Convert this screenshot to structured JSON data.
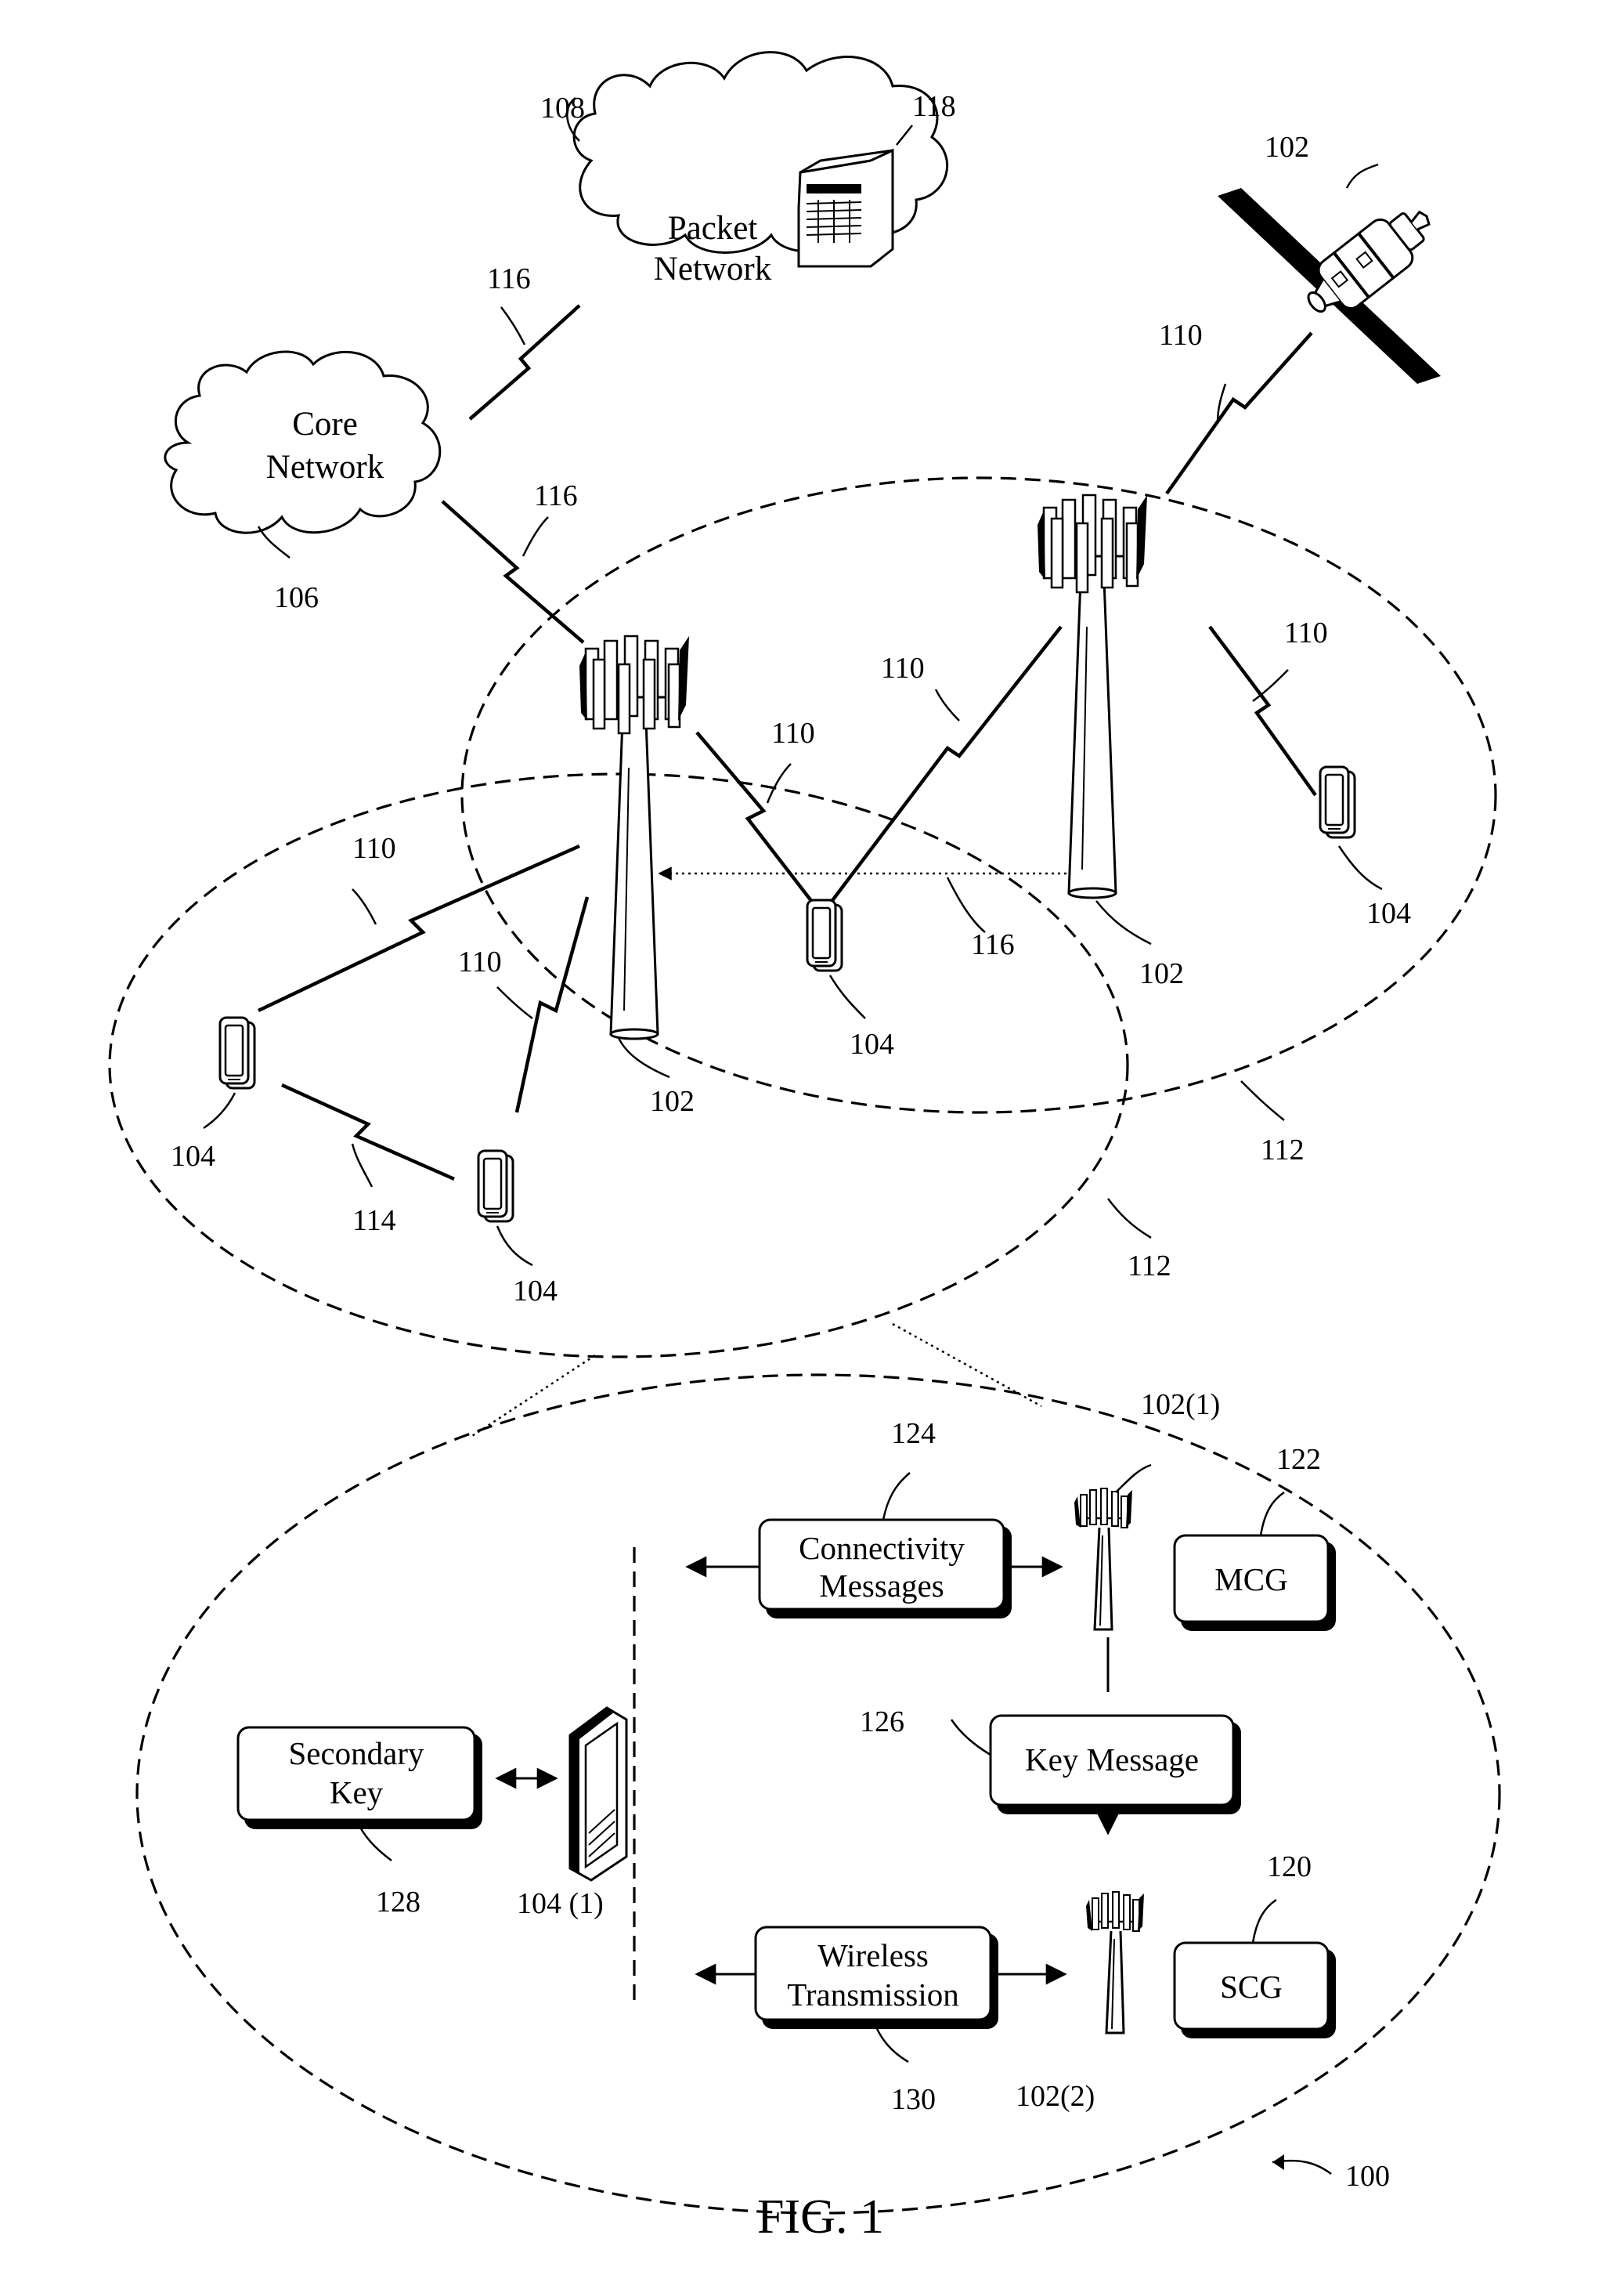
{
  "figure": {
    "caption": "FIG. 1",
    "system_ref": "100"
  },
  "clouds": {
    "packet_network": {
      "line1": "Packet",
      "line2": "Network",
      "ref": "108"
    },
    "core_network": {
      "line1": "Core",
      "line2": "Network",
      "ref": "106"
    },
    "server_ref": "118"
  },
  "satellite_ref": "102",
  "base_station_refs": {
    "left": "102",
    "right": "102"
  },
  "coverage_refs": {
    "upper": "112",
    "lower": "112"
  },
  "link_refs": {
    "backhaul_core_packet": "116",
    "backhaul_core_bs": "116",
    "backhaul_bs_bs": "116",
    "sidelink": "114",
    "wireless": "110"
  },
  "ue_ref": "104",
  "detail": {
    "primary_node": "102(1)",
    "secondary_node": "102(2)",
    "ue": "104 (1)",
    "boxes": {
      "connectivity": {
        "line1": "Connectivity",
        "line2": "Messages",
        "ref": "124"
      },
      "mcg": {
        "label": "MCG",
        "ref": "122"
      },
      "key_message": {
        "label": "Key Message",
        "ref": "126"
      },
      "secondary_key": {
        "line1": "Secondary",
        "line2": "Key",
        "ref": "128"
      },
      "wireless_transmission": {
        "line1": "Wireless",
        "line2": "Transmission",
        "ref": "130"
      },
      "scg": {
        "label": "SCG",
        "ref": "120"
      }
    }
  },
  "colors": {
    "ink": "#000000",
    "paper": "#ffffff"
  }
}
